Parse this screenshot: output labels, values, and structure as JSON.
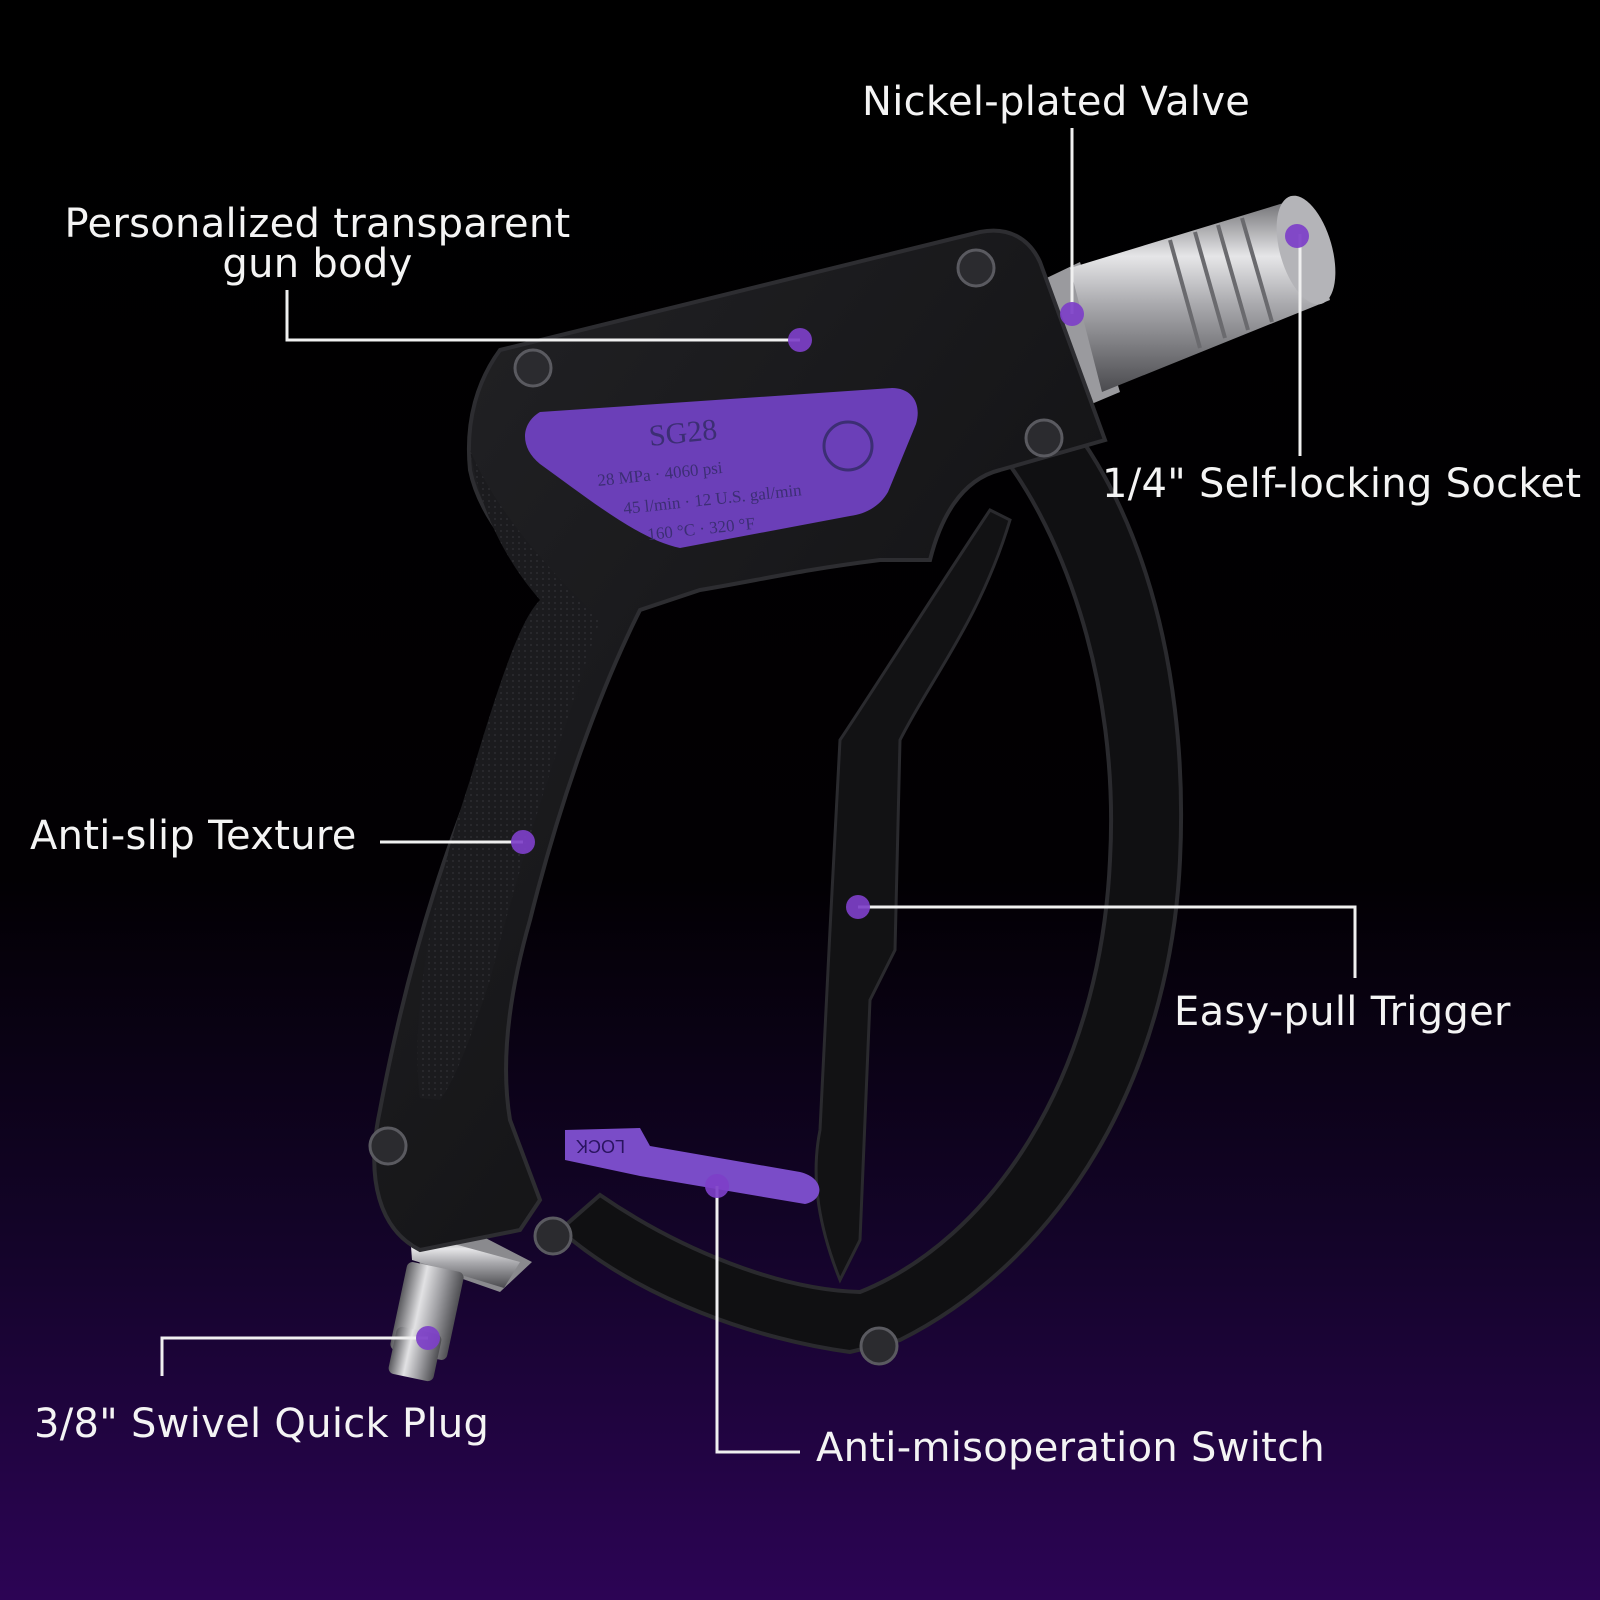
{
  "callouts": {
    "nickel_valve": "Nickel-plated Valve",
    "gun_body_line1": "Personalized transparent",
    "gun_body_line2": "gun body",
    "socket": "1/4\" Self-locking Socket",
    "anti_slip": "Anti-slip Texture",
    "trigger": "Easy-pull Trigger",
    "quick_plug": "3/8\" Swivel Quick Plug",
    "switch": "Anti-misoperation Switch"
  },
  "nameplate": {
    "model": "SG28",
    "line1": "28 MPa · 4060 psi",
    "line2": "45 l/min · 12 U.S. gal/min",
    "line3": "160 °C · 320 °F"
  },
  "lock_label": "LOCK",
  "colors": {
    "accent": "#6b3fb8",
    "dot": "#7d3fc8",
    "gun_body": "#141416",
    "background_bottom": "#2c0455"
  }
}
